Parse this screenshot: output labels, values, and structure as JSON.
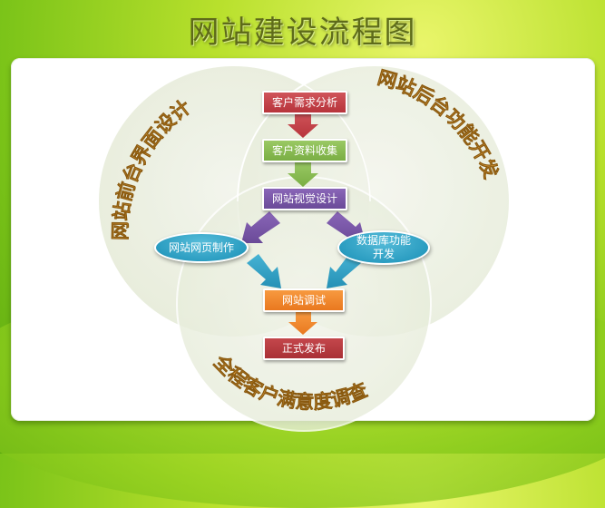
{
  "title": "网站建设流程图",
  "colors": {
    "background_green": "#8fce1e",
    "title_text": "#5e6b1a",
    "circle_fill": "#edf1e4",
    "arc_text": "#e9a640",
    "step_red": "#c4434a",
    "step_green": "#8cbc55",
    "step_purple": "#7a58a8",
    "step_blue": "#2b9dc1",
    "step_orange": "#f28a30",
    "step_darkred": "#b8393e"
  },
  "circles": {
    "left": {
      "label": "网站前台界面设计"
    },
    "right": {
      "label": "网站后台功能开发"
    },
    "bottom": {
      "label": "全程客户满意度调查"
    }
  },
  "steps": [
    {
      "id": "requirements",
      "label": "客户需求分析",
      "color": "#c4434a"
    },
    {
      "id": "collection",
      "label": "客户资料收集",
      "color": "#8cbc55"
    },
    {
      "id": "visual-design",
      "label": "网站视觉设计",
      "color": "#7a58a8"
    },
    {
      "id": "page-production",
      "label": "网站网页制作",
      "color": "#2b9dc1"
    },
    {
      "id": "database-dev",
      "label_line1": "数据库功能",
      "label_line2": "开发",
      "color": "#2b9dc1"
    },
    {
      "id": "debugging",
      "label": "网站调试",
      "color": "#f28a30"
    },
    {
      "id": "release",
      "label": "正式发布",
      "color": "#b8393e"
    }
  ]
}
